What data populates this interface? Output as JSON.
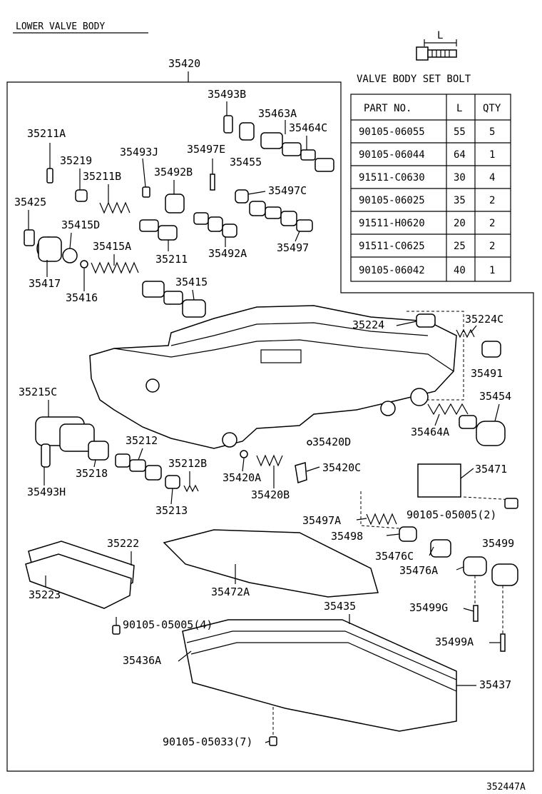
{
  "diagram": {
    "title": "LOWER VALVE BODY",
    "assembly_no": "35420",
    "figure_id": "352447A"
  },
  "bolt_table": {
    "caption": "VALVE BODY SET BOLT",
    "dimension_label": "L",
    "headers": [
      "PART NO.",
      "L",
      "QTY"
    ],
    "rows": [
      [
        "90105-06055",
        "55",
        "5"
      ],
      [
        "90105-06044",
        "64",
        "1"
      ],
      [
        "91511-C0630",
        "30",
        "4"
      ],
      [
        "90105-06025",
        "35",
        "2"
      ],
      [
        "91511-H0620",
        "20",
        "2"
      ],
      [
        "91511-C0625",
        "25",
        "2"
      ],
      [
        "90105-06042",
        "40",
        "1"
      ]
    ]
  },
  "callouts": {
    "p35493B": "35493B",
    "p35463A": "35463A",
    "p35464C": "35464C",
    "p35211A": "35211A",
    "p35219": "35219",
    "p35493J": "35493J",
    "p35497E": "35497E",
    "p35455": "35455",
    "p35211B": "35211B",
    "p35492B": "35492B",
    "p35497C": "35497C",
    "p35425": "35425",
    "p35415D": "35415D",
    "p35415A": "35415A",
    "p35211": "35211",
    "p35492A": "35492A",
    "p35497": "35497",
    "p35417": "35417",
    "p35416": "35416",
    "p35415": "35415",
    "p35224": "35224",
    "p35224C": "35224C",
    "p35491": "35491",
    "p35215C": "35215C",
    "p35454": "35454",
    "p35464A": "35464A",
    "p35212": "35212",
    "p35420D": "35420D",
    "p35218": "35218",
    "p35212B": "35212B",
    "p35420A": "35420A",
    "p35420C": "35420C",
    "p35471": "35471",
    "p35493H": "35493H",
    "p35420B": "35420B",
    "p35213": "35213",
    "p90105_05005_2": "90105-05005(2)",
    "p35497A": "35497A",
    "p35498": "35498",
    "p35222": "35222",
    "p35499": "35499",
    "p35476C": "35476C",
    "p35476A": "35476A",
    "p35223": "35223",
    "p35472A": "35472A",
    "p35435": "35435",
    "p35499G": "35499G",
    "p90105_05005_4": "90105-05005(4)",
    "p35499A": "35499A",
    "p35436A": "35436A",
    "p35437": "35437",
    "p90105_05033_7": "90105-05033(7)"
  }
}
